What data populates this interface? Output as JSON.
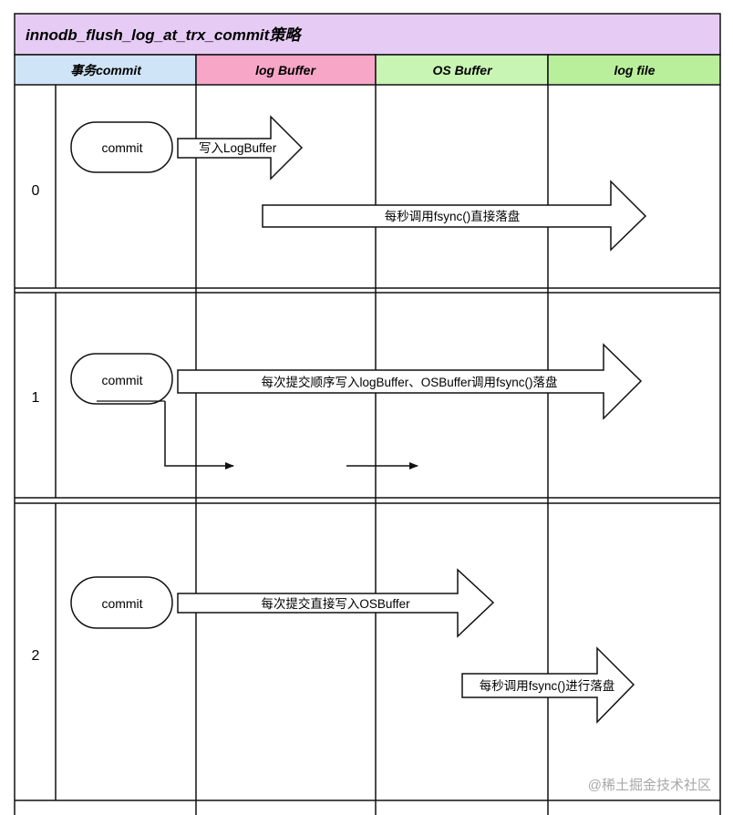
{
  "colors": {
    "title_bg": "#e6ccf5",
    "col_tx_bg": "#cfe4f7",
    "col_logbuffer_bg": "#f7a6c8",
    "col_osbuffer_bg": "#c9f5b4",
    "col_logfile_bg": "#b9ef9b",
    "line": "#111111",
    "watermark": "#a8a8a8"
  },
  "title": "innodb_flush_log_at_trx_commit策略",
  "columns": [
    "事务commit",
    "log Buffer",
    "OS Buffer",
    "log file"
  ],
  "rows": [
    {
      "label": "0",
      "commit": "commit",
      "arrows": [
        {
          "text": "写入LogBuffer"
        },
        {
          "text": "每秒调用fsync()直接落盘"
        }
      ]
    },
    {
      "label": "1",
      "commit": "commit",
      "arrows": [
        {
          "text": "每次提交顺序写入logBuffer、OSBuffer调用fsync()落盘"
        }
      ]
    },
    {
      "label": "2",
      "commit": "commit",
      "arrows": [
        {
          "text": "每次提交直接写入OSBuffer"
        },
        {
          "text": "每秒调用fsync()进行落盘"
        }
      ]
    }
  ],
  "watermark": "@稀土掘金技术社区"
}
